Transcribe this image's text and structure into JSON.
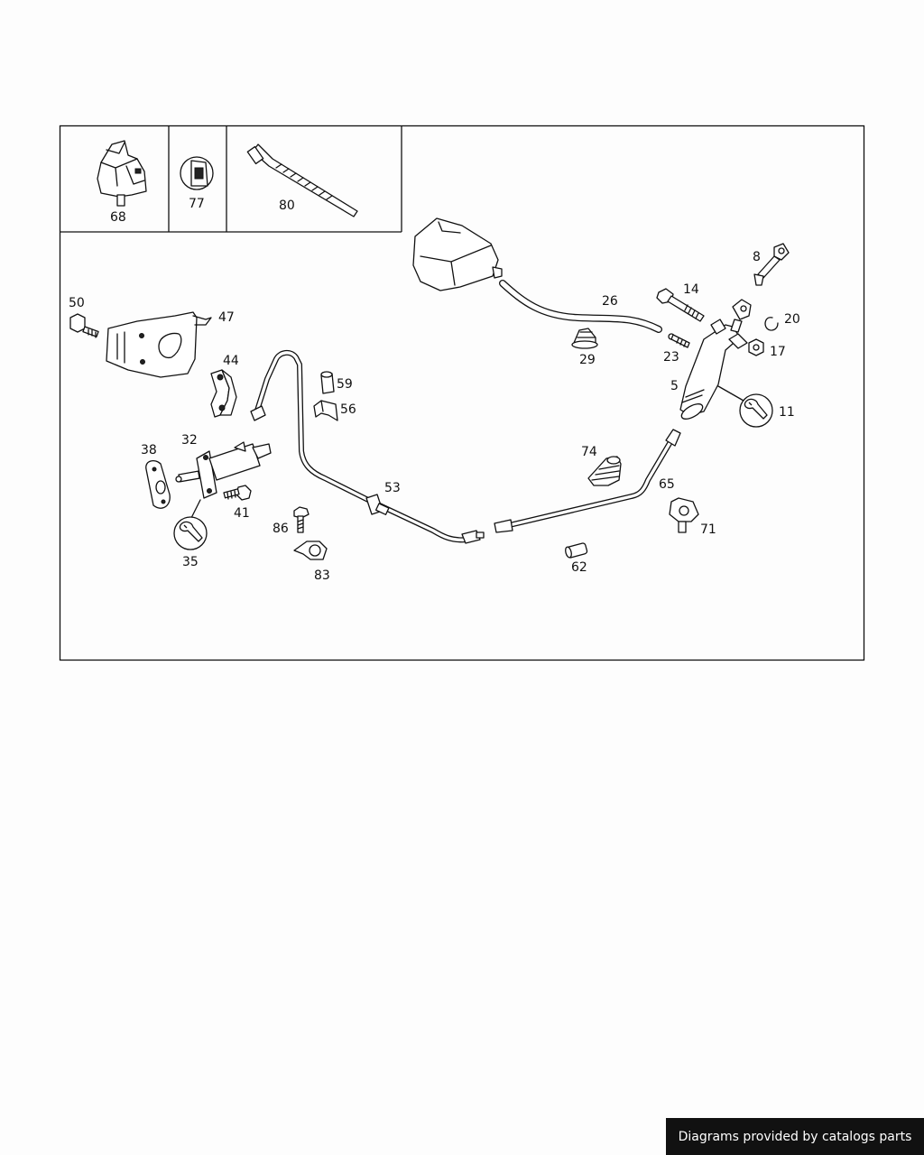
{
  "diagram": {
    "part_labels": {
      "p68": "68",
      "p77": "77",
      "p80": "80",
      "p50": "50",
      "p47": "47",
      "p44": "44",
      "p38": "38",
      "p32": "32",
      "p41": "41",
      "p35": "35",
      "p59": "59",
      "p56": "56",
      "p86": "86",
      "p83": "83",
      "p53": "53",
      "p26": "26",
      "p29": "29",
      "p74": "74",
      "p62": "62",
      "p65": "65",
      "p71": "71",
      "p14": "14",
      "p8": "8",
      "p20": "20",
      "p23": "23",
      "p17": "17",
      "p5": "5",
      "p11": "11"
    },
    "icons": [
      "wrench-icon"
    ]
  },
  "footer": {
    "credit_text": "Diagrams provided by catalogs parts",
    "background_color": "#111111",
    "text_color": "#ffffff"
  }
}
